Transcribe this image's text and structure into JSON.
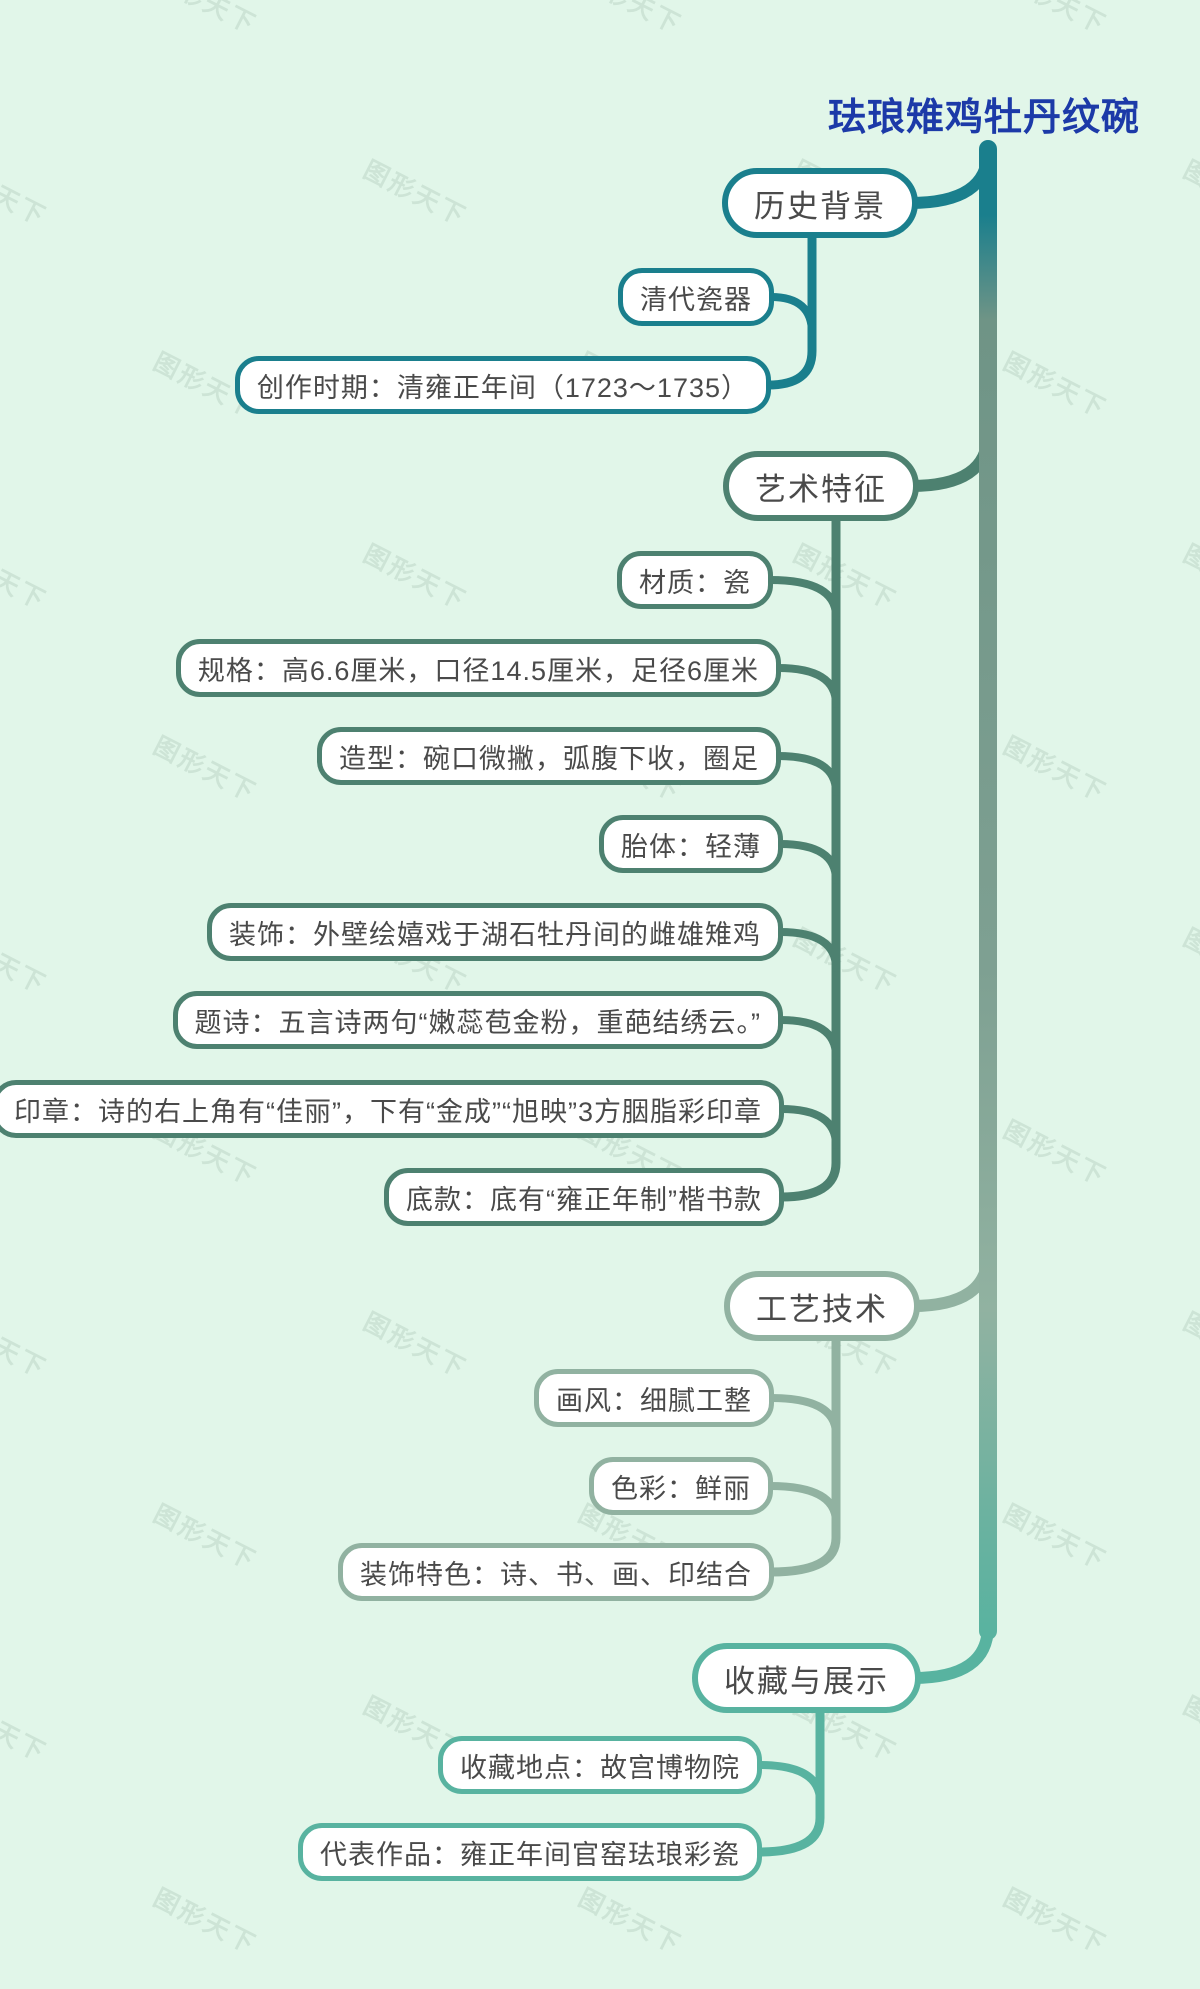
{
  "title": {
    "text": "珐琅雉鸡牡丹纹碗",
    "color": "#1c3aa8"
  },
  "watermark": {
    "text": "图形天下"
  },
  "colors": {
    "background": "#e1f6e9",
    "node_background": "#ffffff",
    "node_text": "#4a4a4a",
    "trunk_top": "#1a7f8d",
    "trunk_middle": "#6f9486",
    "trunk_lower": "#91b2a1",
    "trunk_bottom": "#58b3a0"
  },
  "branches": [
    {
      "label": "历史背景",
      "color": "#1a7f8d",
      "children": [
        "清代瓷器",
        "创作时期：清雍正年间（1723～1735）"
      ]
    },
    {
      "label": "艺术特征",
      "color": "#4d8170",
      "children": [
        "材质：瓷",
        "规格：高6.6厘米，口径14.5厘米，足径6厘米",
        "造型：碗口微撇，弧腹下收，圈足",
        "胎体：轻薄",
        "装饰：外壁绘嬉戏于湖石牡丹间的雌雄雉鸡",
        "题诗：五言诗两句“嫩蕊苞金粉，重葩结绣云。”",
        "印章：诗的右上角有“佳丽”，下有“金成”“旭映”3方胭脂彩印章",
        "底款：底有“雍正年制”楷书款"
      ]
    },
    {
      "label": "工艺技术",
      "color": "#91b2a1",
      "children": [
        "画风：细腻工整",
        "色彩：鲜丽",
        "装饰特色：诗、书、画、印结合"
      ]
    },
    {
      "label": "收藏与展示",
      "color": "#58b3a0",
      "children": [
        "收藏地点：故宫博物院",
        "代表作品：雍正年间官窑珐琅彩瓷"
      ]
    }
  ]
}
